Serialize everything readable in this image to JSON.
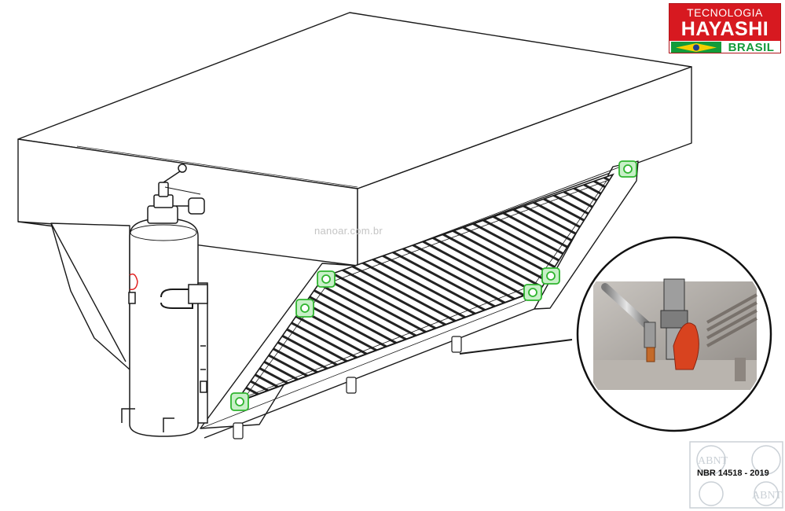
{
  "logo": {
    "line1": "TECNOLOGIA",
    "line2": "HAYASHI",
    "line3": "BRASIL",
    "colors": {
      "red": "#d71920",
      "green": "#139b3a",
      "yellow": "#f5d000",
      "blue": "#1b3f8f"
    }
  },
  "watermark": "nanoar.com.br",
  "standard": "NBR 14518 - 2019",
  "seal_text": "ABNT",
  "colors": {
    "outline": "#1a1a1a",
    "nozzle": "#2fb52f",
    "sensor": "#e02020"
  },
  "icons": [
    "fire-suppression-cylinder-icon",
    "detail-magnifier-icon"
  ]
}
